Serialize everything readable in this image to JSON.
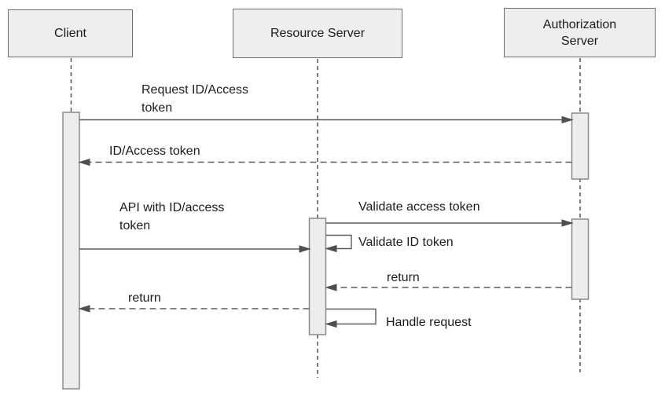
{
  "diagram": {
    "kind": "uml-sequence-diagram",
    "actors": [
      {
        "name": "Client"
      },
      {
        "name": "Resource Server"
      },
      {
        "name": "Authorization\nServer"
      }
    ],
    "messages": [
      {
        "label": "Request ID/Access\ntoken",
        "from": "Client",
        "to": "Authorization Server",
        "style": "solid"
      },
      {
        "label": "ID/Access token",
        "from": "Authorization Server",
        "to": "Client",
        "style": "dashed"
      },
      {
        "label": "API with ID/access\ntoken",
        "from": "Client",
        "to": "Resource Server",
        "style": "solid"
      },
      {
        "label": "Validate access token",
        "from": "Resource Server",
        "to": "Authorization Server",
        "style": "solid"
      },
      {
        "label": "Validate ID token",
        "from": "Resource Server",
        "to": "Resource Server",
        "style": "self"
      },
      {
        "label": "return",
        "from": "Authorization Server",
        "to": "Resource Server",
        "style": "dashed"
      },
      {
        "label": "return",
        "from": "Resource Server",
        "to": "Client",
        "style": "dashed"
      },
      {
        "label": "Handle request",
        "from": "Resource Server",
        "to": "Resource Server",
        "style": "self"
      }
    ],
    "colors": {
      "background": "#ffffff",
      "actor_fill": "#eeeeee",
      "actor_border": "#6e6e6e",
      "activation_fill": "#ededed",
      "activation_border": "#8a8a8a",
      "line": "#5c5c5c",
      "arrowhead": "#4f4f4f",
      "text": "#1c1c1c"
    }
  }
}
